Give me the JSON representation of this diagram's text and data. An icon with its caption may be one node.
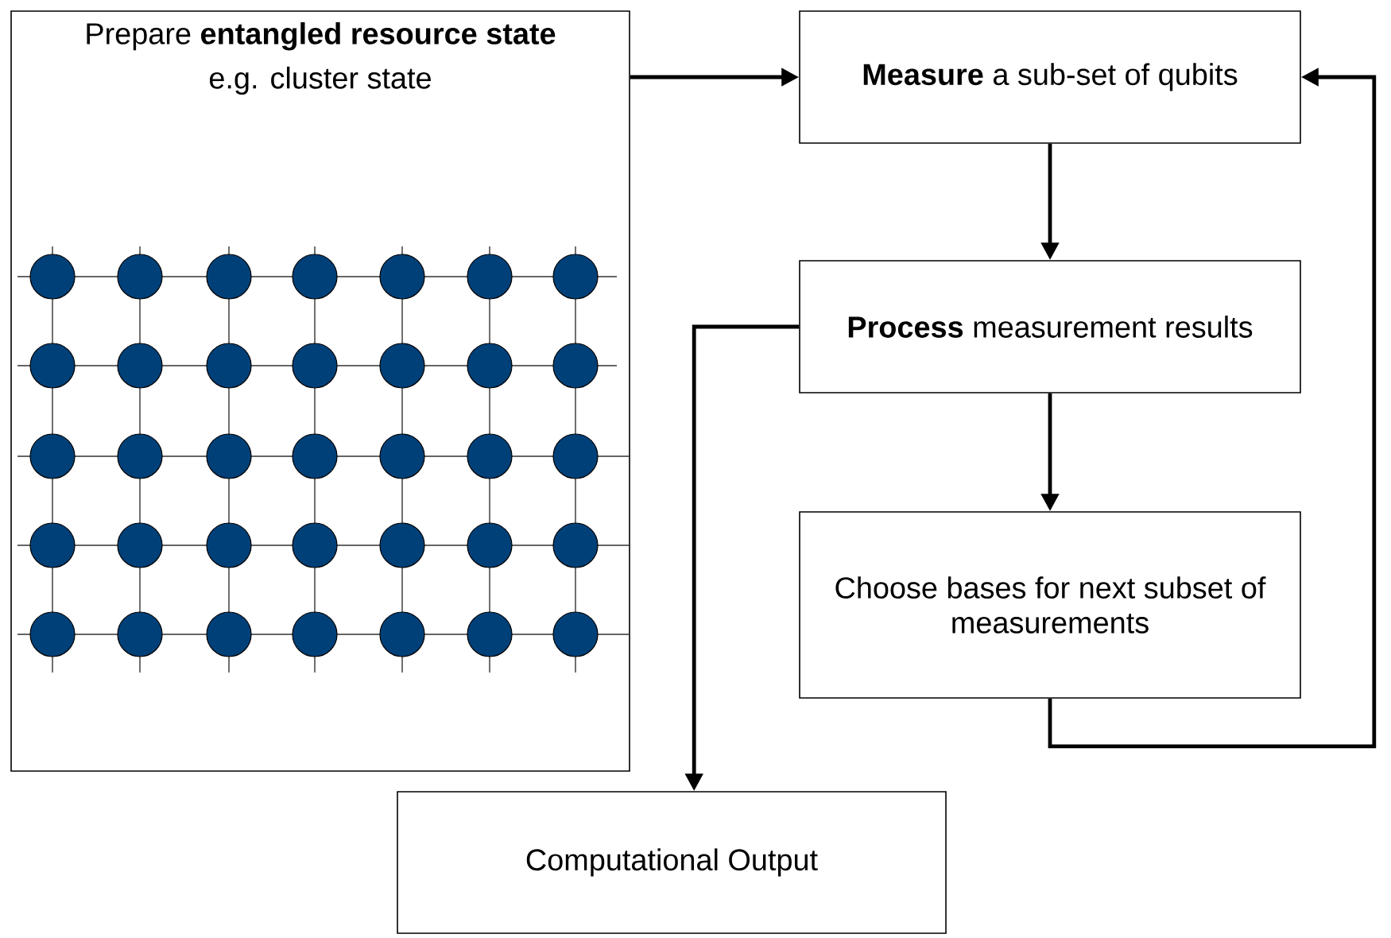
{
  "diagram": {
    "nodes": [
      {
        "text": [
          "Prepare **entangled resource state**",
          "e.g. cluster state"
        ]
      },
      {
        "text": [
          "**Measure** a sub-set of qubits"
        ]
      },
      {
        "text": [
          "**Process** measurement results"
        ]
      },
      {
        "text": [
          "Choose bases for next subset of measurements"
        ]
      },
      {
        "text": [
          "Computational Output"
        ]
      }
    ],
    "edges": [
      {
        "from": 0,
        "to": 1,
        "arrow": "to"
      },
      {
        "from": 1,
        "to": 2,
        "arrow": "to"
      },
      {
        "from": 2,
        "to": 3,
        "arrow": "to"
      },
      {
        "from": 3,
        "to": 1,
        "arrow": "to"
      },
      {
        "from": 2,
        "to": 4,
        "arrow": "to"
      }
    ]
  }
}
